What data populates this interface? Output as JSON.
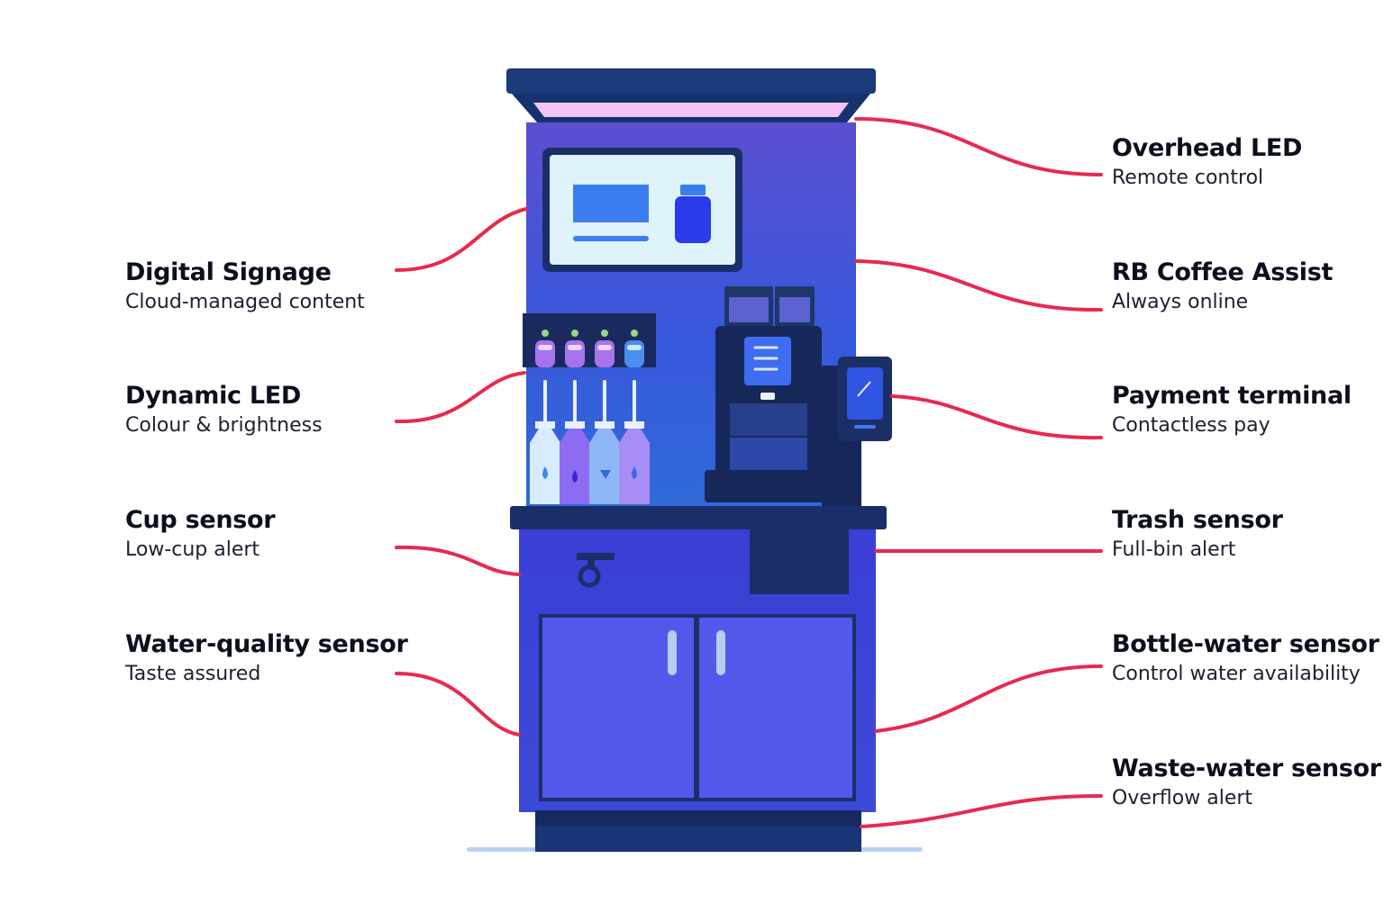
{
  "callouts_left": [
    {
      "id": "digital-signage",
      "title": "Digital Signage",
      "subtitle": "Cloud-managed content"
    },
    {
      "id": "dynamic-led",
      "title": "Dynamic LED",
      "subtitle": "Colour & brightness"
    },
    {
      "id": "cup-sensor",
      "title": "Cup sensor",
      "subtitle": "Low-cup alert"
    },
    {
      "id": "water-quality-sensor",
      "title": "Water-quality sensor",
      "subtitle": "Taste assured"
    }
  ],
  "callouts_right": [
    {
      "id": "overhead-led",
      "title": "Overhead LED",
      "subtitle": "Remote control"
    },
    {
      "id": "rb-coffee-assist",
      "title": "RB Coffee Assist",
      "subtitle": "Always online"
    },
    {
      "id": "payment-terminal",
      "title": "Payment terminal",
      "subtitle": "Contactless pay"
    },
    {
      "id": "trash-sensor",
      "title": "Trash sensor",
      "subtitle": "Full-bin alert"
    },
    {
      "id": "bottle-water-sensor",
      "title": "Bottle-water sensor",
      "subtitle": "Control water availability"
    },
    {
      "id": "waste-water-sensor",
      "title": "Waste-water sensor",
      "subtitle": "Overflow alert"
    }
  ],
  "colors": {
    "leader_line": "#e8294e",
    "kiosk_navy": "#15326e",
    "kiosk_body": "#3a44d6",
    "screen_bg": "#dff3fb",
    "overhead_light": "#f2c4f4"
  }
}
